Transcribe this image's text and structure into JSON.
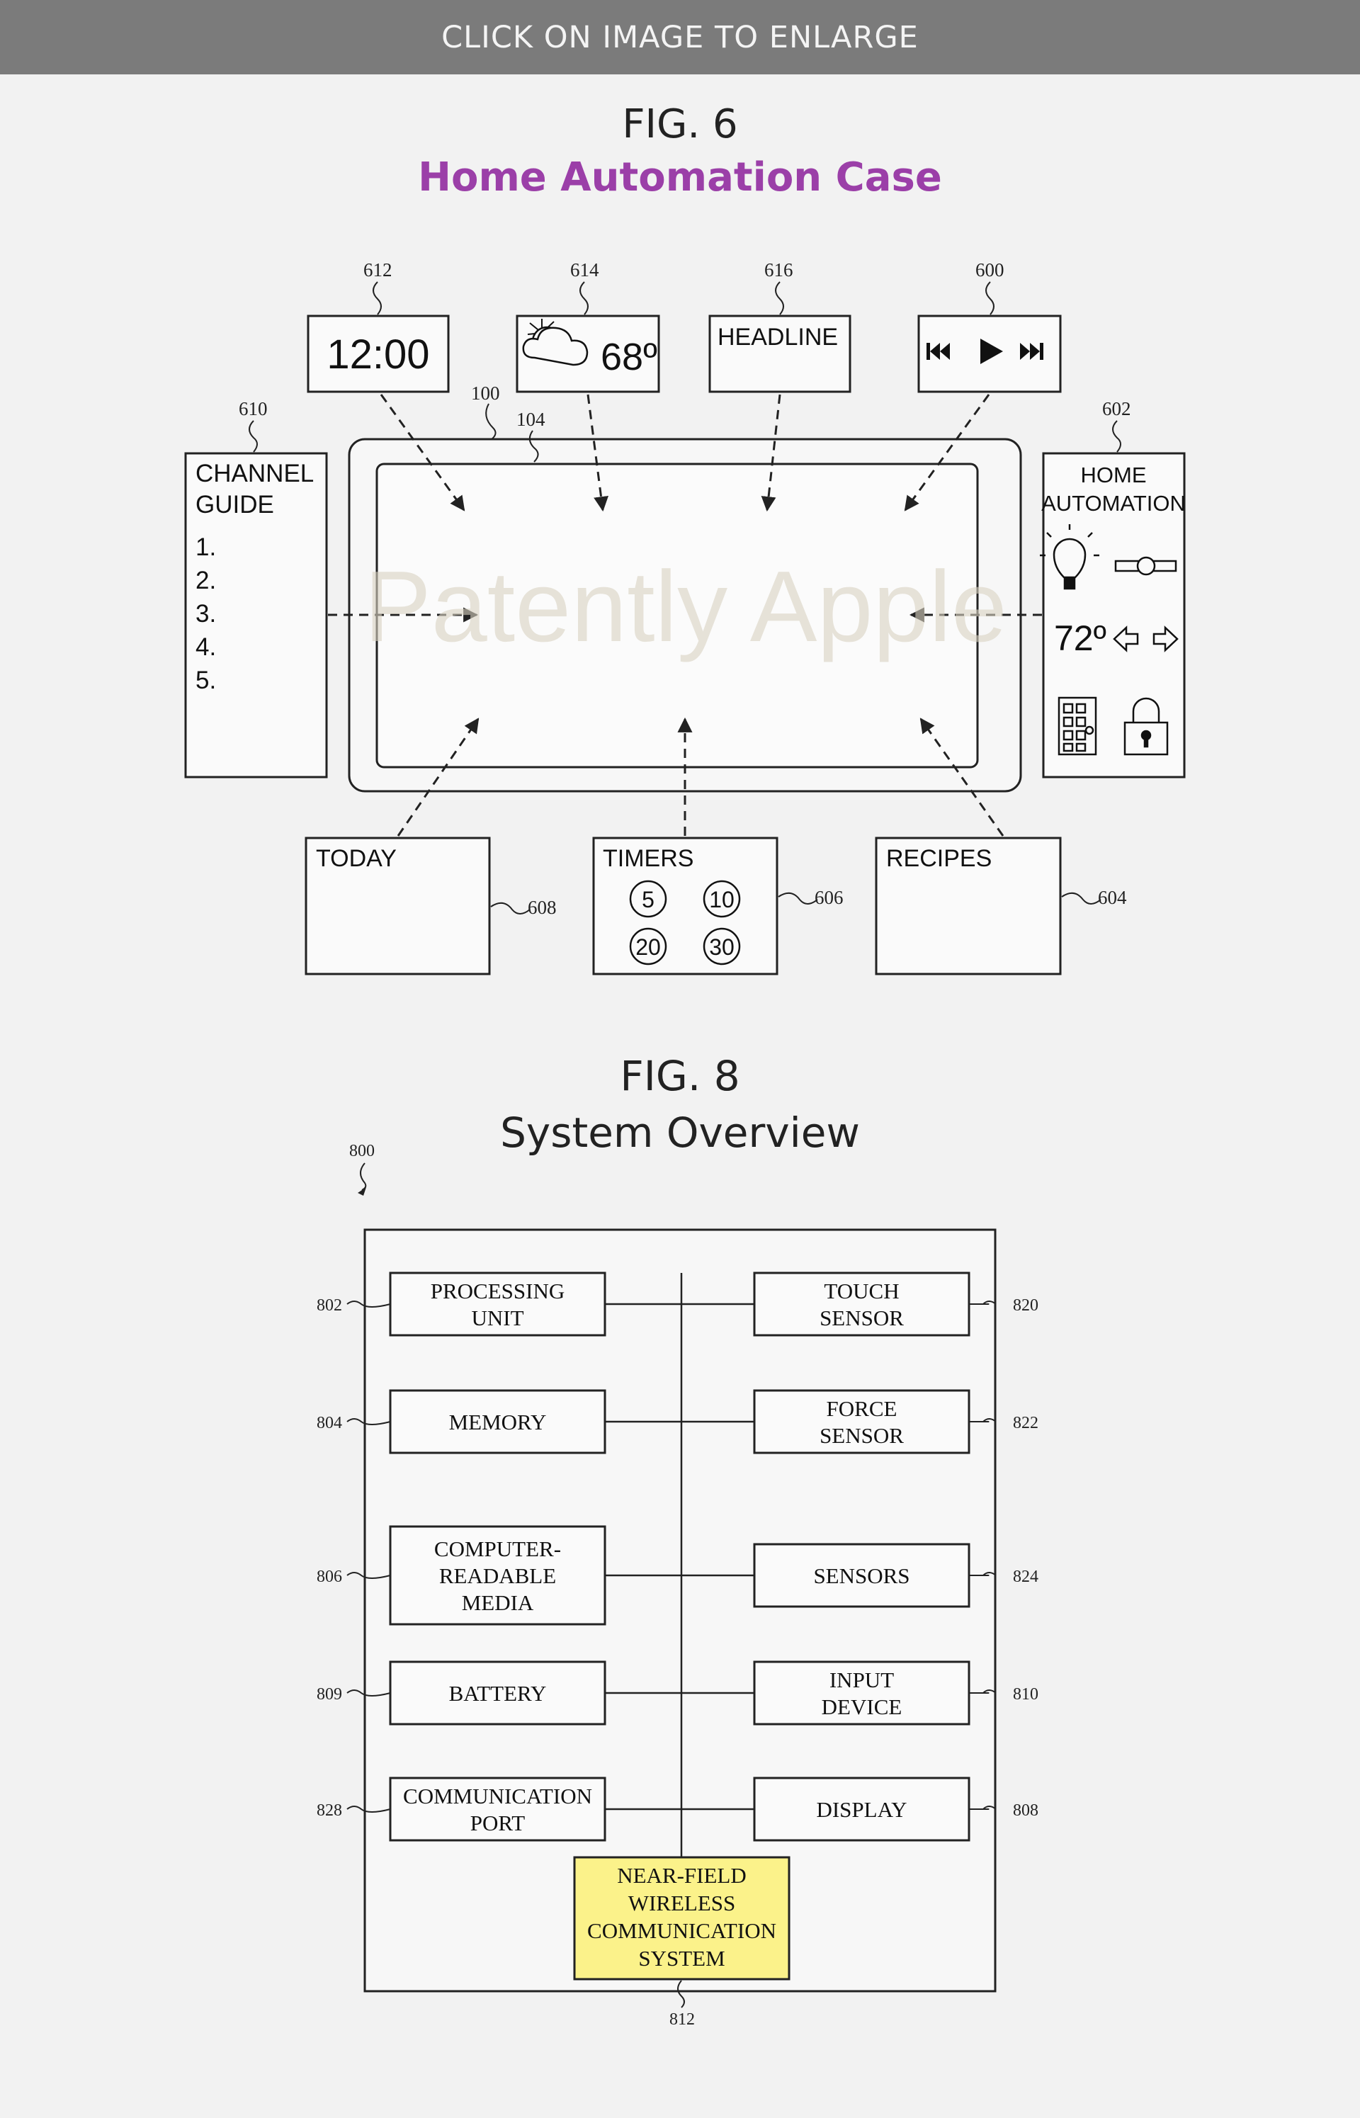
{
  "banner": {
    "text": "CLICK ON IMAGE TO ENLARGE"
  },
  "fig6": {
    "label": "FIG. 6",
    "subtitle": "Home Automation Case",
    "watermark": "Patently Apple",
    "refs": {
      "r612": "612",
      "r614": "614",
      "r616": "616",
      "r600": "600",
      "r610": "610",
      "r602": "602",
      "r100": "100",
      "r104": "104",
      "r608": "608",
      "r606": "606",
      "r604": "604"
    },
    "clock": {
      "time": "12:00"
    },
    "weather": {
      "temp": "68º",
      "icon": "sun-cloud-icon"
    },
    "headline": {
      "text": "HEADLINE"
    },
    "media": {
      "icons": [
        "skip-back-icon",
        "play-icon",
        "skip-forward-icon"
      ]
    },
    "channel_guide": {
      "title_line1": "CHANNEL",
      "title_line2": "GUIDE",
      "items": [
        "1.",
        "2.",
        "3.",
        "4.",
        "5."
      ]
    },
    "home_automation": {
      "title_line1": "HOME",
      "title_line2": "AUTOMATION",
      "temp": "72º",
      "icons": [
        "light-bulb-icon",
        "slider-icon",
        "arrows-icon",
        "keypad-icon",
        "lock-icon"
      ]
    },
    "today": {
      "title": "TODAY"
    },
    "timers": {
      "title": "TIMERS",
      "values": [
        "5",
        "10",
        "20",
        "30"
      ]
    },
    "recipes": {
      "title": "RECIPES"
    }
  },
  "fig8": {
    "label": "FIG. 8",
    "subtitle": "System Overview",
    "ref_main": "800",
    "ref_bottom": "812",
    "left": [
      {
        "ref": "802",
        "lines": [
          "PROCESSING",
          "UNIT"
        ]
      },
      {
        "ref": "804",
        "lines": [
          "MEMORY"
        ]
      },
      {
        "ref": "806",
        "lines": [
          "COMPUTER-",
          "READABLE",
          "MEDIA"
        ]
      },
      {
        "ref": "809",
        "lines": [
          "BATTERY"
        ]
      },
      {
        "ref": "828",
        "lines": [
          "COMMUNICATION",
          "PORT"
        ]
      }
    ],
    "right": [
      {
        "ref": "820",
        "lines": [
          "TOUCH",
          "SENSOR"
        ]
      },
      {
        "ref": "822",
        "lines": [
          "FORCE",
          "SENSOR"
        ]
      },
      {
        "ref": "824",
        "lines": [
          "SENSORS"
        ]
      },
      {
        "ref": "810",
        "lines": [
          "INPUT",
          "DEVICE"
        ]
      },
      {
        "ref": "808",
        "lines": [
          "DISPLAY"
        ]
      }
    ],
    "bottom": {
      "lines": [
        "NEAR-FIELD",
        "WIRELESS",
        "COMMUNICATION",
        "SYSTEM"
      ],
      "highlight": "#fbf28a"
    }
  }
}
